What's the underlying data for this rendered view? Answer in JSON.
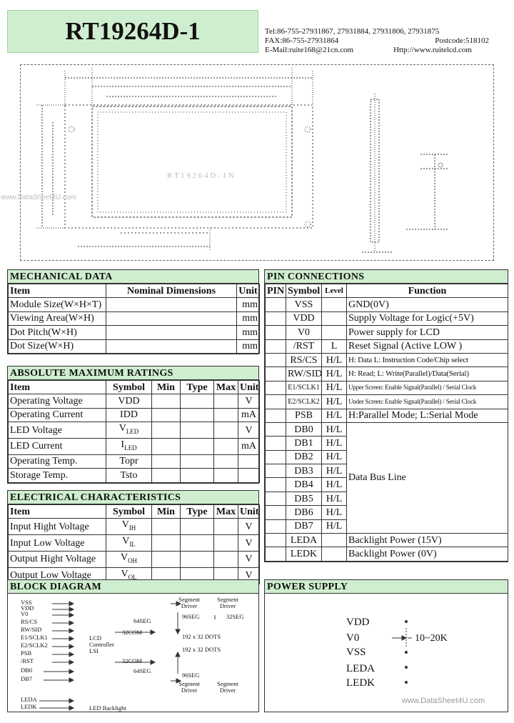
{
  "header": {
    "title": "RT19264D-1",
    "tel": "Tel:86-755-27931867, 27931884, 27931806, 27931875",
    "fax": "FAX:86-755-27931864",
    "postcode": "Postcode:518102",
    "email": "E-Mail:ruite168@21cn.com",
    "web": "Http://www.ruitelcd.com"
  },
  "drawing": {
    "watermark": "www.DataSheet4U.com",
    "center_text": "R T 1 9 2 6 4 D - 1 N"
  },
  "mechanical": {
    "title": "MECHANICAL DATA",
    "headers": [
      "Item",
      "Nominal Dimensions",
      "Unit"
    ],
    "rows": [
      [
        "Module Size(W×H×T)",
        "",
        "mm"
      ],
      [
        "Viewing Area(W×H)",
        "",
        "mm"
      ],
      [
        "Dot Pitch(W×H)",
        "",
        "mm"
      ],
      [
        "Dot Size(W×H)",
        "",
        "mm"
      ]
    ]
  },
  "absolute": {
    "title": "ABSOLUTE MAXIMUM RATINGS",
    "headers": [
      "Item",
      "Symbol",
      "Min",
      "Type",
      "Max",
      "Unit"
    ],
    "rows": [
      {
        "item": "Operating Voltage",
        "symbol": "VDD",
        "sub": "",
        "unit": "V"
      },
      {
        "item": "Operating Current",
        "symbol": "IDD",
        "sub": "",
        "unit": "mA"
      },
      {
        "item": "LED Voltage",
        "symbol": "V",
        "sub": "LED",
        "unit": "V"
      },
      {
        "item": "LED Current",
        "symbol": "I",
        "sub": "LED",
        "unit": "mA"
      },
      {
        "item": "Operating Temp.",
        "symbol": "Topr",
        "sub": "",
        "unit": ""
      },
      {
        "item": "Storage Temp.",
        "symbol": "Tsto",
        "sub": "",
        "unit": ""
      }
    ]
  },
  "electrical": {
    "title": "ELECTRICAL CHARACTERISTICS",
    "headers": [
      "Item",
      "Symbol",
      "Min",
      "Type",
      "Max",
      "Unit"
    ],
    "rows": [
      {
        "item": "Input Hight Voltage",
        "symbol": "V",
        "sub": "IH",
        "unit": "V"
      },
      {
        "item": "Input Low Voltage",
        "symbol": "V",
        "sub": "IL",
        "unit": "V"
      },
      {
        "item": "Output Hight Voltage",
        "symbol": "V",
        "sub": "OH",
        "unit": "V"
      },
      {
        "item": "Output Low Voltage",
        "symbol": "V",
        "sub": "OL",
        "unit": "V"
      }
    ]
  },
  "pins": {
    "title": "PIN CONNECTIONS",
    "headers": [
      "PIN",
      "Symbol",
      "Level",
      "Function"
    ],
    "rows": [
      {
        "pin": "",
        "symbol": "VSS",
        "level": "",
        "func": "GND(0V)"
      },
      {
        "pin": "",
        "symbol": "VDD",
        "level": "",
        "func": "Supply Voltage for Logic(+5V)"
      },
      {
        "pin": "",
        "symbol": "V0",
        "level": "",
        "func": "Power supply for LCD"
      },
      {
        "pin": "",
        "symbol": "/RST",
        "level": "L",
        "func": "Reset Signal (Active LOW )"
      },
      {
        "pin": "",
        "symbol": "RS/CS",
        "level": "H/L",
        "func": "H: Data   L: Instruction Code/Chip select"
      },
      {
        "pin": "",
        "symbol": "RW/SID",
        "level": "H/L",
        "func": "H: Read; L: Write(Parallel)/Data(Serial)"
      },
      {
        "pin": "",
        "symbol": "E1/SCLK1",
        "level": "H/L",
        "func": "Upper Screen: Enable Signal(Parallel) / Serial Clock"
      },
      {
        "pin": "",
        "symbol": "E2/SCLK2",
        "level": "H/L",
        "func": "Under Screen: Enable Signal(Parallel) / Serial Clock"
      },
      {
        "pin": "",
        "symbol": "PSB",
        "level": "H/L",
        "func": "H:Parallel Mode;  L:Serial Mode"
      },
      {
        "pin": "",
        "symbol": "DB0",
        "level": "H/L",
        "func": ""
      },
      {
        "pin": "",
        "symbol": "DB1",
        "level": "H/L",
        "func": ""
      },
      {
        "pin": "",
        "symbol": "DB2",
        "level": "H/L",
        "func": ""
      },
      {
        "pin": "",
        "symbol": "DB3",
        "level": "H/L",
        "func": ""
      },
      {
        "pin": "",
        "symbol": "DB4",
        "level": "H/L",
        "func": ""
      },
      {
        "pin": "",
        "symbol": "DB5",
        "level": "H/L",
        "func": ""
      },
      {
        "pin": "",
        "symbol": "DB6",
        "level": "H/L",
        "func": ""
      },
      {
        "pin": "",
        "symbol": "DB7",
        "level": "H/L",
        "func": ""
      },
      {
        "pin": "",
        "symbol": "LEDA",
        "level": "",
        "func": "Backlight Power (15V)"
      },
      {
        "pin": "",
        "symbol": "LEDK",
        "level": "",
        "func": "Backlight Power (0V)"
      }
    ],
    "databus_label": "Data Bus Line"
  },
  "block": {
    "title": "BLOCK DIAGRAM",
    "signals": [
      "VSS",
      "VDD",
      "V0",
      "RS/CS",
      "RW/SID",
      "E1/SCLK1",
      "E2/SCLK2",
      "PSB",
      "/RST",
      "DB0",
      "DB7",
      "LEDA",
      "LEDK"
    ],
    "controller": "LCD Controller LSI",
    "seg_driver_top": "Segment Driver",
    "seg_driver_top2": "Segment Driver",
    "seg_driver_bot": "Segment Driver",
    "seg_driver_bot2": "Segment Driver",
    "seg96_top": "96SEG",
    "seg32": "32SEG",
    "seg64": "64SEG",
    "com32": "32COM",
    "com32b": "32COM",
    "seg64b": "64SEG",
    "seg96_bot": "96SEG",
    "dots1": "192 x 32 DOTS",
    "dots2": "192 x 32 DOTS",
    "backlight": "LED Backlight"
  },
  "power": {
    "title": "POWER SUPPLY",
    "labels": [
      "VDD",
      "V0",
      "VSS",
      "LEDA",
      "LEDK"
    ],
    "resistor": "10~20K",
    "watermark": "www.DataSheet4U.com"
  }
}
